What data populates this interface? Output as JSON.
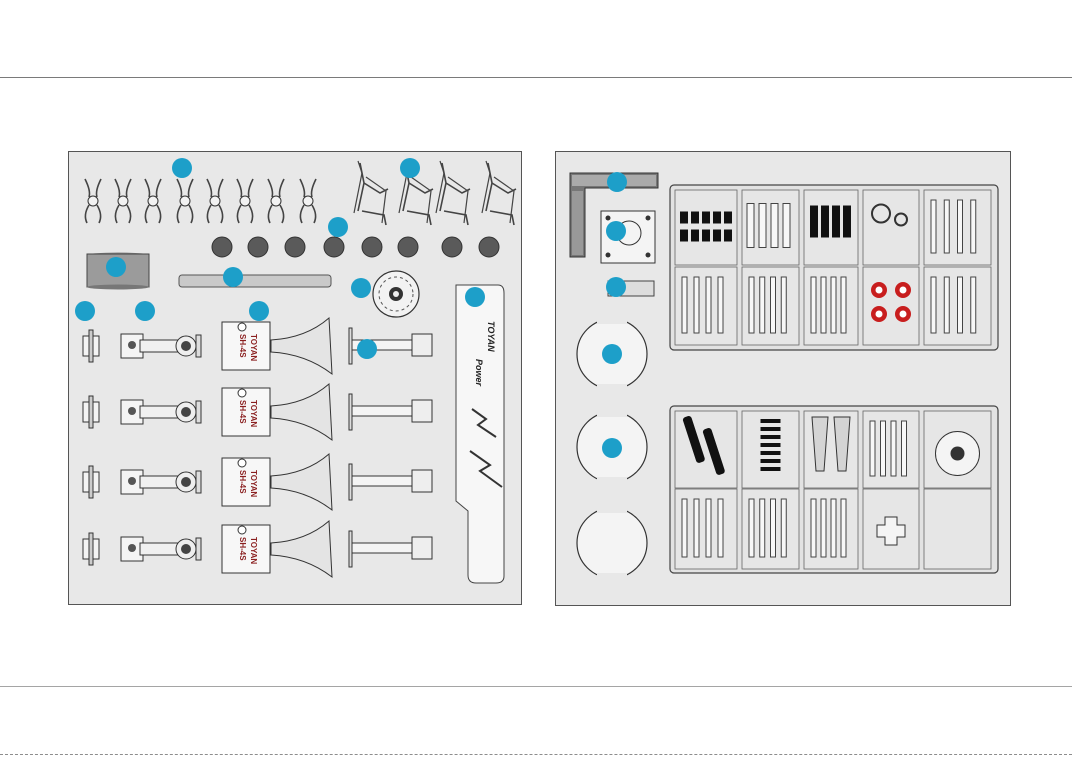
{
  "diagram": {
    "part_stamp": "TOYAN",
    "part_model": "SH-4S",
    "tool_brand": "TOYAN",
    "tool_script": "Power",
    "colors": {
      "callout": "#1d9fc9",
      "tray": "#e8e8e8",
      "accent_red": "#c81e1e"
    },
    "left_tray_callouts": 11,
    "right_tray_callouts": 5
  }
}
